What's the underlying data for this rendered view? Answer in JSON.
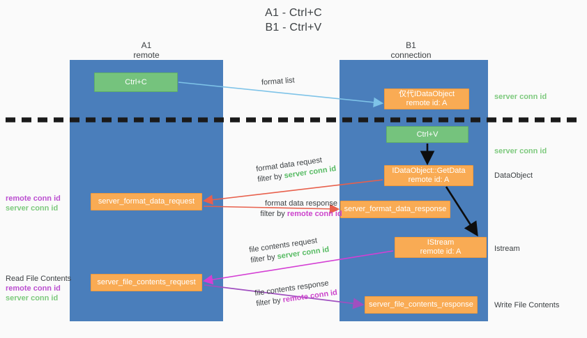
{
  "title": {
    "line1": "A1 - Ctrl+C",
    "line2": "B1 - Ctrl+V"
  },
  "lanes": [
    {
      "id": "a1",
      "name": "A1",
      "sub": "remote"
    },
    {
      "id": "b1",
      "name": "B1",
      "sub": "connection"
    }
  ],
  "nodes": {
    "ctrl_c": {
      "label": "Ctrl+C"
    },
    "idataobject": {
      "label": "仅代IDataObject",
      "sub": "remote id: A"
    },
    "ctrl_v": {
      "label": "Ctrl+V"
    },
    "getdata": {
      "label": "IDataObject::GetData",
      "sub": "remote id: A"
    },
    "sfd_request": {
      "label": "server_format_data_request"
    },
    "sfd_response": {
      "label": "server_format_data_response"
    },
    "istream": {
      "label": "IStream",
      "sub": "remote id: A"
    },
    "sfc_request": {
      "label": "server_file_contents_request"
    },
    "sfc_response": {
      "label": "server_file_contents_response"
    }
  },
  "edges": {
    "format_list": {
      "line1": "format list"
    },
    "format_data_req": {
      "line1": "format data request",
      "filter_prefix": "filter by ",
      "filter_value": "server conn id"
    },
    "format_data_resp": {
      "line1": "format data response",
      "filter_prefix": "filter by ",
      "filter_value": "remote conn id"
    },
    "file_contents_req": {
      "line1": "file contents request",
      "filter_prefix": "filter by ",
      "filter_value": "server conn id"
    },
    "file_contents_resp": {
      "line1": "file contents response",
      "filter_prefix": "filter by ",
      "filter_value": "remote conn id"
    }
  },
  "annotations": {
    "left_1": {
      "remote": "remote conn id",
      "server": "server conn id"
    },
    "left_2": {
      "heading": "Read File Contents",
      "remote": "remote conn id",
      "server": "server conn id"
    },
    "right_1": {
      "text": "server conn id"
    },
    "right_2": {
      "text": "server conn id"
    },
    "right_dataobject": "DataObject",
    "right_istream": "Istream",
    "right_writefile": "Write File Contents"
  },
  "colors": {
    "lane": "#4a7ebb",
    "green_node": "#75c37d",
    "orange_node": "#f9ab54",
    "server_conn": "#57bb63",
    "remote_conn": "#cc44cc",
    "divider": "#1a1a1a",
    "arrow_blue": "#7ec3e8",
    "arrow_red": "#e8604c",
    "arrow_magenta": "#d43fd4",
    "arrow_purple": "#a04fc0",
    "arrow_black": "#0d0d0d"
  }
}
